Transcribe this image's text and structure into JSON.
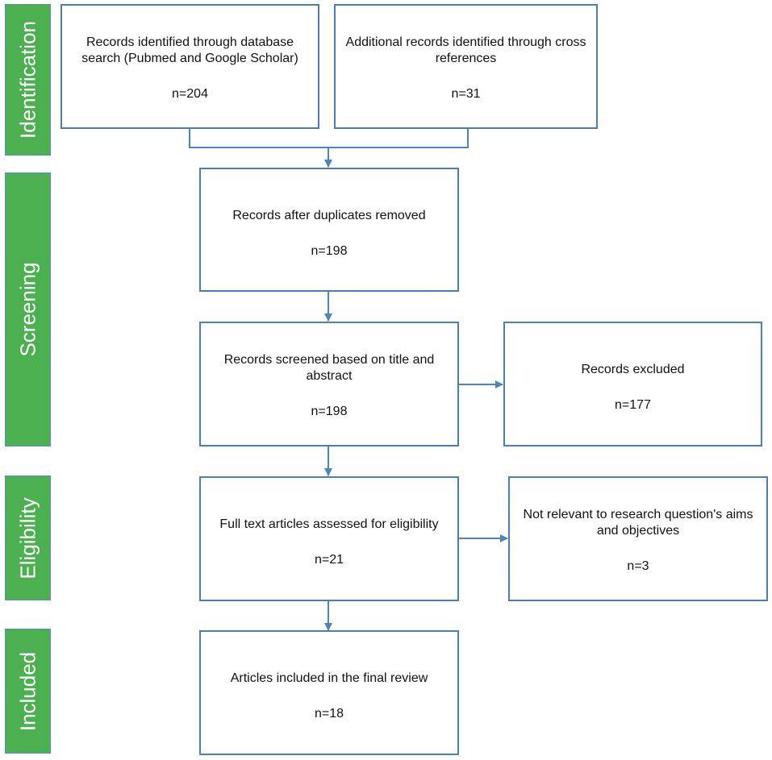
{
  "stages": {
    "identification": "Identification",
    "screening": "Screening",
    "eligibility": "Eligibility",
    "included": "Included"
  },
  "boxes": {
    "database": {
      "label": "Records identified through database search (Pubmed and Google Scholar)",
      "count": "n=204"
    },
    "cross": {
      "label": "Additional records identified through cross references",
      "count": "n=31"
    },
    "dedup": {
      "label": "Records after duplicates removed",
      "count": "n=198"
    },
    "screened": {
      "label": "Records screened based on title and abstract",
      "count": "n=198"
    },
    "excluded": {
      "label": "Records excluded",
      "count": "n=177"
    },
    "fulltext": {
      "label": "Full text articles assessed for eligibility",
      "count": "n=21"
    },
    "notrelevant": {
      "label": "Not relevant to research question's aims and objectives",
      "count": "n=3"
    },
    "included": {
      "label": "Articles included in the final review",
      "count": "n=18"
    }
  },
  "colors": {
    "stage": "#4caf50",
    "box_border": "#4a7fb0",
    "arrow": "#4a86b8"
  }
}
